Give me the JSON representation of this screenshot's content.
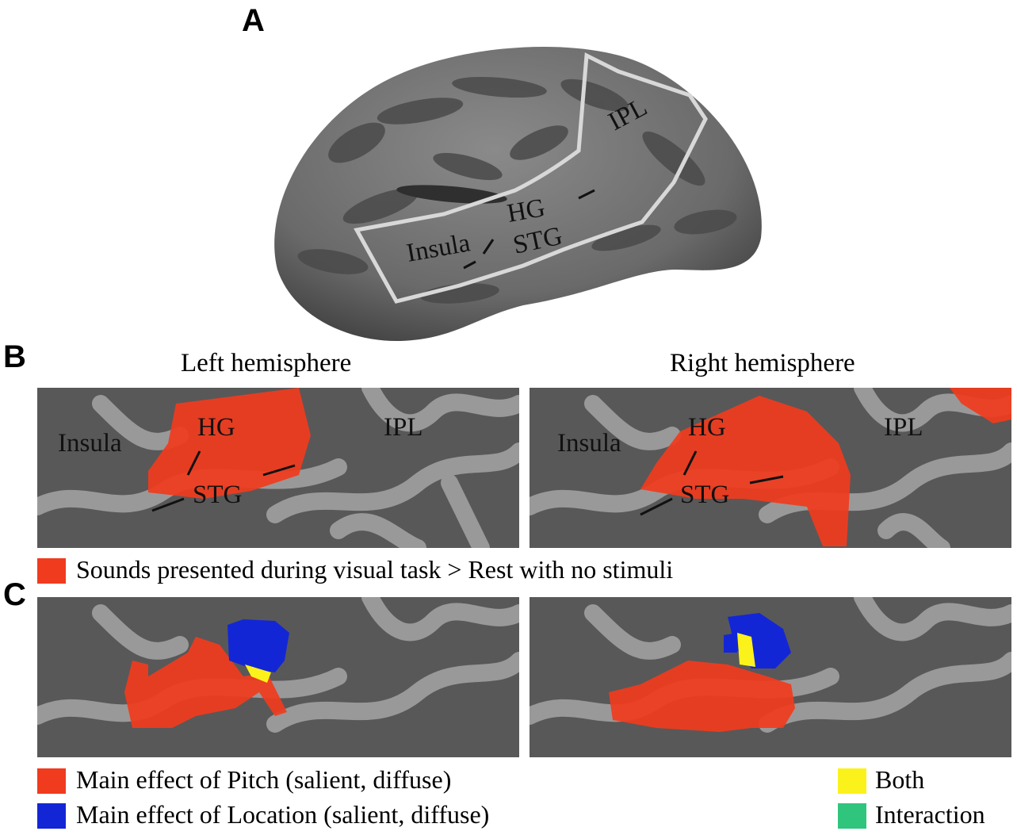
{
  "panels": {
    "a": {
      "letter": "A",
      "labels": {
        "ipl": "IPL",
        "hg": "HG",
        "stg": "STG",
        "insula": "Insula"
      }
    },
    "b": {
      "letter": "B",
      "left_title": "Left hemisphere",
      "right_title": "Right hemisphere",
      "labels": {
        "insula": "Insula",
        "hg": "HG",
        "stg": "STG",
        "ipl": "IPL"
      },
      "legend": {
        "label": "Sounds presented during visual task > Rest with no stimuli",
        "color": "#f03b1e"
      }
    },
    "c": {
      "letter": "C",
      "legend": [
        {
          "label": "Main effect of Pitch (salient, diffuse)",
          "color": "#f03b1e"
        },
        {
          "label": "Main effect of Location (salient, diffuse)",
          "color": "#1326d6"
        },
        {
          "label": "Both",
          "color": "#fbf21b"
        },
        {
          "label": "Interaction",
          "color": "#2fc57d"
        }
      ]
    }
  },
  "colors": {
    "sulcus": "#585858",
    "gyrus": "#999999",
    "outline": "#d8d8d8"
  }
}
